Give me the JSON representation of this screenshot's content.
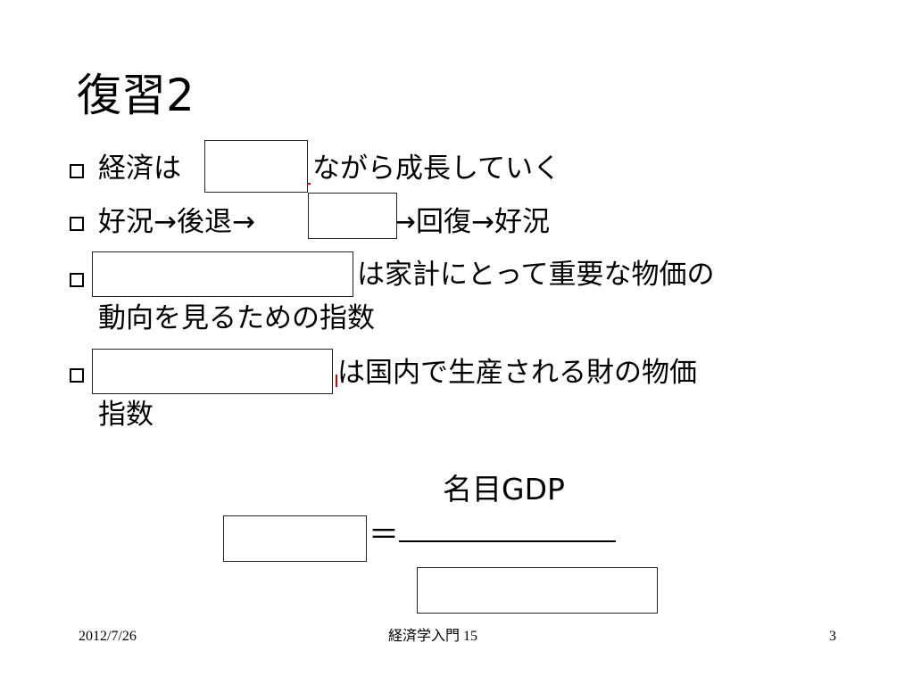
{
  "slide": {
    "title": "復習2",
    "bullets": [
      {
        "line1": "経済は",
        "line1_after": "ながら成長していく"
      },
      {
        "line1": "好況→後退→",
        "line1_after": "→回復→好況"
      },
      {
        "line1_after": "は家計にとって重要な物価の",
        "line2": "動向を見るための指数"
      },
      {
        "line1_after": "は国内で生産される財の物価",
        "line2": "指数"
      }
    ],
    "formula": {
      "numerator": "名目GDP",
      "equals": "＝"
    }
  },
  "footer": {
    "date": "2012/7/26",
    "course": "経済学入門 15",
    "page": "3"
  }
}
